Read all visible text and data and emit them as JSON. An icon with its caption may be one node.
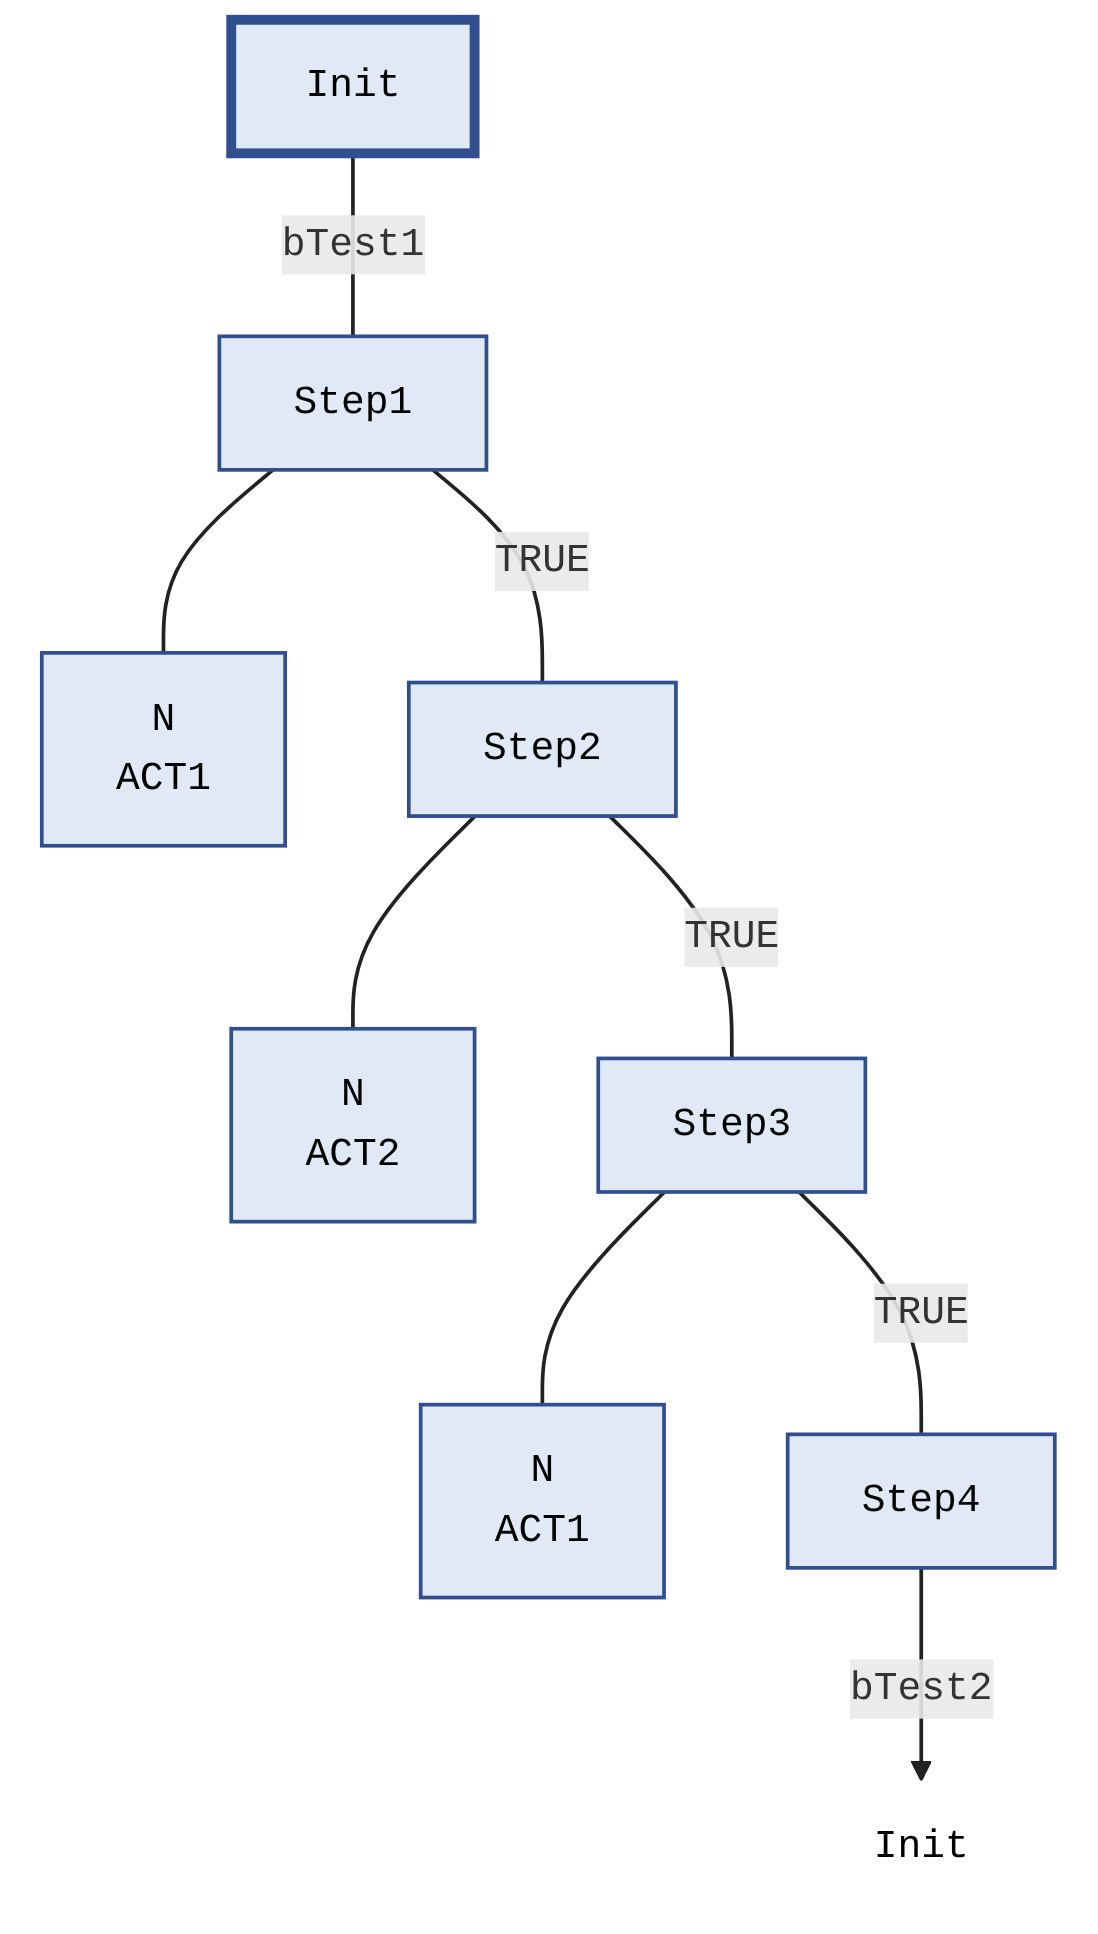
{
  "diagram": {
    "nodes": [
      {
        "text": [
          "Init"
        ]
      },
      {
        "text": [
          "Step1"
        ]
      },
      {
        "text": [
          "N",
          "ACT1"
        ]
      },
      {
        "text": [
          "Step2"
        ]
      },
      {
        "text": [
          "N",
          "ACT2"
        ]
      },
      {
        "text": [
          "Step3"
        ]
      },
      {
        "text": [
          "N",
          "ACT1"
        ]
      },
      {
        "text": [
          "Step4"
        ]
      },
      {
        "text": [
          "Init"
        ]
      }
    ],
    "edges": [
      {
        "from": 0,
        "to": 1,
        "arrow": "none",
        "label": "bTest1"
      },
      {
        "from": 1,
        "to": 2,
        "arrow": "none"
      },
      {
        "from": 1,
        "to": 3,
        "arrow": "none",
        "label": "TRUE"
      },
      {
        "from": 3,
        "to": 4,
        "arrow": "none"
      },
      {
        "from": 3,
        "to": 5,
        "arrow": "none",
        "label": "TRUE"
      },
      {
        "from": 5,
        "to": 6,
        "arrow": "none"
      },
      {
        "from": 5,
        "to": 7,
        "arrow": "none",
        "label": "TRUE"
      },
      {
        "from": 7,
        "to": 8,
        "arrow": "to",
        "label": "bTest2"
      }
    ]
  }
}
